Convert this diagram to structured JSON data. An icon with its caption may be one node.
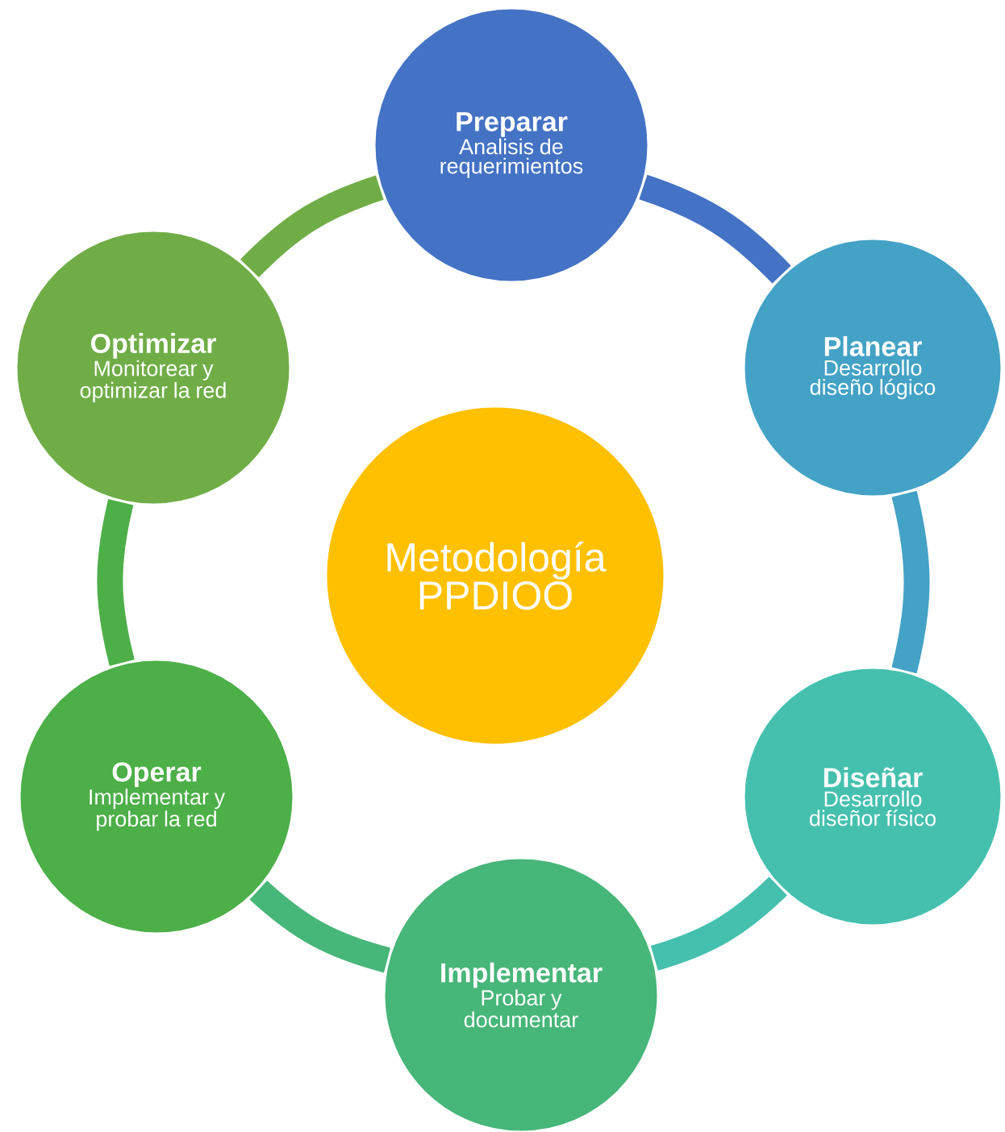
{
  "diagram": {
    "nodes": [
      {
        "text": [
          "Preparar",
          "Analisis de requerimientos"
        ]
      },
      {
        "text": [
          "Planear",
          "Desarrollo diseño lógico"
        ]
      },
      {
        "text": [
          "Diseñar",
          "Desarrollo diseñor físico"
        ]
      },
      {
        "text": [
          "Implementar",
          "Probar y documentar"
        ]
      },
      {
        "text": [
          "Operar",
          "Implementar y probar la red"
        ]
      },
      {
        "text": [
          "Optimizar",
          "Monitorear y optimizar la red"
        ]
      },
      {
        "text": [
          "Metodología PPDIOO"
        ]
      }
    ],
    "edges": [
      {
        "from": 0,
        "to": 1,
        "arrow": "none",
        "color": "#4472c4"
      },
      {
        "from": 1,
        "to": 2,
        "arrow": "none",
        "color": "#43a2c6"
      },
      {
        "from": 2,
        "to": 3,
        "arrow": "none",
        "color": "#45c0ae"
      },
      {
        "from": 3,
        "to": 4,
        "arrow": "none",
        "color": "#47b679"
      },
      {
        "from": 4,
        "to": 5,
        "arrow": "none",
        "color": "#4caf48"
      },
      {
        "from": 5,
        "to": 0,
        "arrow": "none",
        "color": "#70ad47"
      }
    ]
  }
}
